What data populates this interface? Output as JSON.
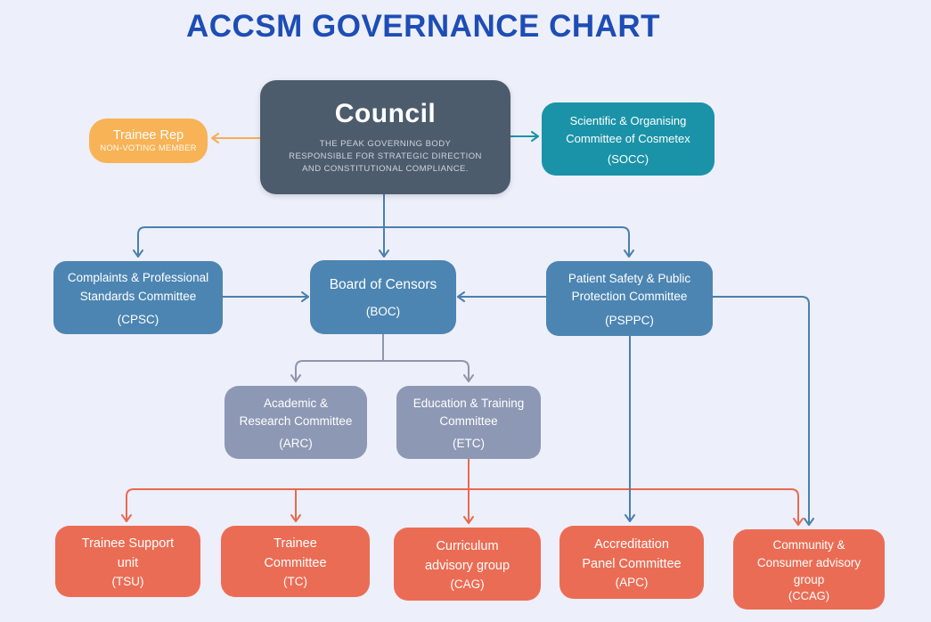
{
  "title": "ACCSM GOVERNANCE CHART",
  "palette": {
    "background": "#edeffa",
    "title_blue": "#1d4db5",
    "council_slate": "#4d5c6c",
    "amber": "#f7b356",
    "teal": "#1a93a8",
    "steel_blue": "#4c85b2",
    "slate_gray": "#8d98b4",
    "coral": "#eb6c54",
    "connector_blue": "#4b80ac",
    "connector_gray": "#8e96ac",
    "connector_coral": "#e96a4f"
  },
  "nodes": {
    "council": {
      "name": "Council",
      "description": "THE PEAK GOVERNING BODY\nRESPONSIBLE FOR STRATEGIC DIRECTION\nAND CONSTITUTIONAL COMPLIANCE."
    },
    "trainee_rep": {
      "name": "Trainee Rep",
      "note": "NON-VOTING MEMBER"
    },
    "socc": {
      "name": "Scientific & Organising\nCommittee of Cosmetex",
      "abbr": "(SOCC)"
    },
    "cpsc": {
      "name": "Complaints & Professional\nStandards Committee",
      "abbr": "(CPSC)"
    },
    "boc": {
      "name": "Board of Censors",
      "abbr": "(BOC)"
    },
    "psppc": {
      "name": "Patient Safety & Public\nProtection Committee",
      "abbr": "(PSPPC)"
    },
    "arc": {
      "name": "Academic &\nResearch Committee",
      "abbr": "(ARC)"
    },
    "etc": {
      "name": "Education & Training\nCommittee",
      "abbr": "(ETC)"
    },
    "tsu": {
      "name": "Trainee Support\nunit",
      "abbr": "(TSU)"
    },
    "tc": {
      "name": "Trainee\nCommittee",
      "abbr": "(TC)"
    },
    "cag": {
      "name": "Curriculum\nadvisory group",
      "abbr": "(CAG)"
    },
    "apc": {
      "name": "Accreditation\nPanel Committee",
      "abbr": "(APC)"
    },
    "ccag": {
      "name": "Community &\nConsumer advisory\ngroup",
      "abbr": "(CCAG)"
    }
  },
  "edges": [
    {
      "from": "council",
      "to": "trainee_rep",
      "color": "amber"
    },
    {
      "from": "council",
      "to": "socc",
      "color": "teal"
    },
    {
      "from": "council",
      "to": "cpsc",
      "color": "blue"
    },
    {
      "from": "council",
      "to": "boc",
      "color": "blue"
    },
    {
      "from": "council",
      "to": "psppc",
      "color": "blue"
    },
    {
      "from": "cpsc",
      "to": "boc",
      "color": "blue"
    },
    {
      "from": "psppc",
      "to": "boc",
      "color": "blue"
    },
    {
      "from": "boc",
      "to": "arc",
      "color": "gray"
    },
    {
      "from": "boc",
      "to": "etc",
      "color": "gray"
    },
    {
      "from": "etc",
      "to": "tsu",
      "color": "coral"
    },
    {
      "from": "etc",
      "to": "tc",
      "color": "coral"
    },
    {
      "from": "etc",
      "to": "cag",
      "color": "coral"
    },
    {
      "from": "etc",
      "to": "ccag",
      "color": "coral"
    },
    {
      "from": "psppc",
      "to": "apc",
      "color": "blue"
    },
    {
      "from": "psppc",
      "to": "ccag",
      "color": "blue"
    }
  ]
}
